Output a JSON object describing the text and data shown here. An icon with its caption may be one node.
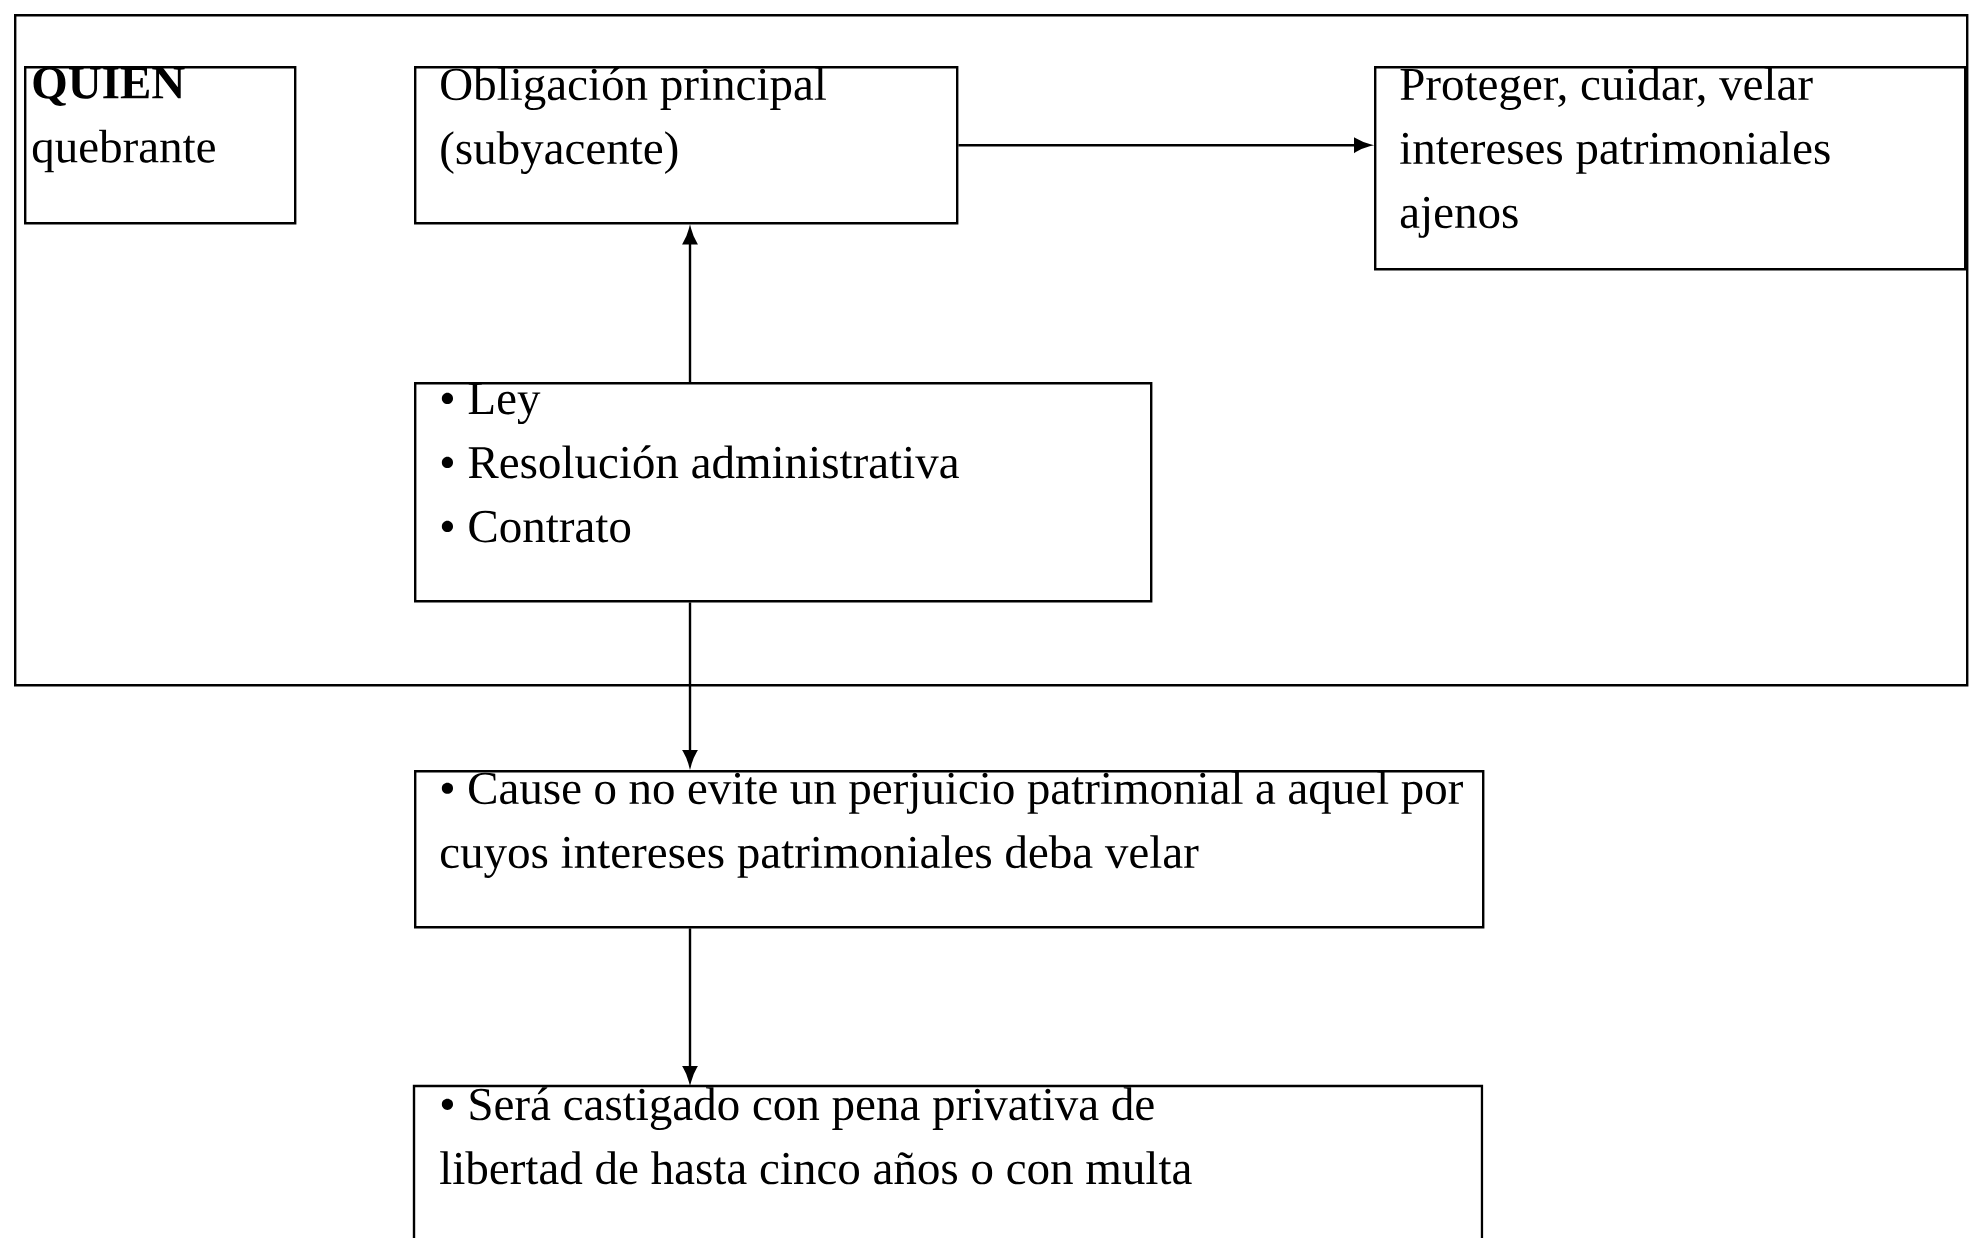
{
  "diagram": {
    "nodes": [
      {
        "text": [],
        "shape": "box"
      },
      {
        "text": [
          "**QUIEN** quebrante"
        ],
        "in": 0
      },
      {
        "text": [
          "Obligación principal (subyacente)"
        ],
        "in": 0
      },
      {
        "text": [
          "Proteger, cuidar, velar intereses patrimoniales ajenos"
        ],
        "in": 0
      },
      {
        "text": [
          "• Ley",
          "• Resolución administrativa",
          "• Contrato"
        ],
        "in": 0
      },
      {
        "text": [
          "• Cause o no evite un perjuicio patrimonial a aquel por cuyos intereses patrimoniales deba velar"
        ]
      },
      {
        "text": [
          "• Será castigado con pena privativa de libertad de hasta cinco años o con multa"
        ]
      }
    ],
    "edges": [
      {
        "from": 4,
        "to": 2,
        "arrow": "to"
      },
      {
        "from": 2,
        "to": 3,
        "arrow": "to"
      },
      {
        "from": 4,
        "to": 5,
        "arrow": "to"
      },
      {
        "from": 5,
        "to": 6,
        "arrow": "to"
      }
    ]
  }
}
